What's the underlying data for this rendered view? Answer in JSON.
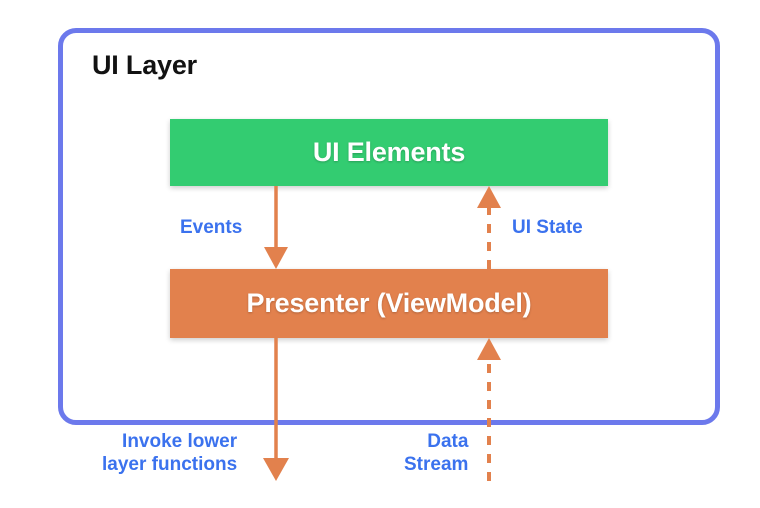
{
  "diagram": {
    "title": "UI Layer",
    "background_color": "#ffffff",
    "container": {
      "label": "UI Layer",
      "border_color": "#6c79ec",
      "corner_radius": 18
    },
    "boxes": [
      {
        "id": "ui-elements",
        "label": "UI Elements",
        "color": "#33cc71",
        "text_color": "#ffffff"
      },
      {
        "id": "presenter",
        "label": "Presenter (ViewModel)",
        "color": "#e2814d",
        "text_color": "#ffffff"
      }
    ],
    "connectors": [
      {
        "id": "events",
        "label": "Events",
        "from": "ui-elements",
        "to": "presenter",
        "style": "solid",
        "direction": "down",
        "color": "#e2814d",
        "label_color": "#3b72ee"
      },
      {
        "id": "ui-state",
        "label": "UI State",
        "from": "presenter",
        "to": "ui-elements",
        "style": "dashed",
        "direction": "up",
        "color": "#e2814d",
        "label_color": "#3b72ee"
      },
      {
        "id": "invoke-lower-layer",
        "label": "Invoke lower\nlayer functions",
        "from": "presenter",
        "to": "lower-layer",
        "style": "solid",
        "direction": "down",
        "color": "#e2814d",
        "label_color": "#3b72ee"
      },
      {
        "id": "data-stream",
        "label": "Data\nStream",
        "from": "lower-layer",
        "to": "presenter",
        "style": "dashed",
        "direction": "up",
        "color": "#e2814d",
        "label_color": "#3b72ee"
      }
    ]
  }
}
